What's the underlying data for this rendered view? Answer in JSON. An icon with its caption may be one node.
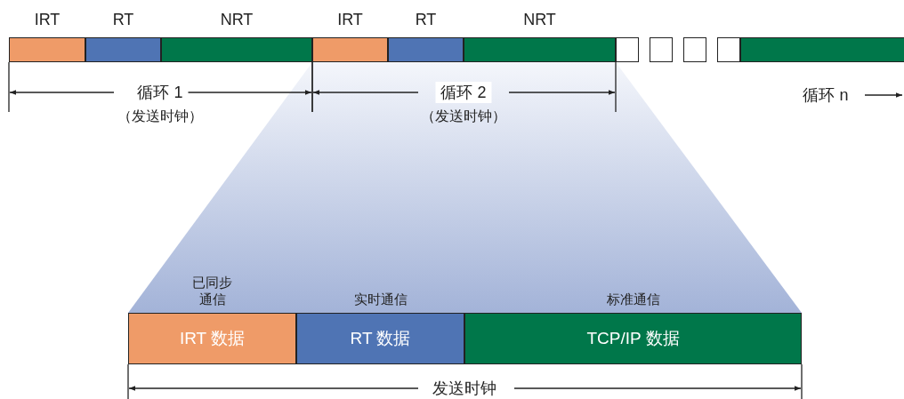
{
  "diagram": {
    "nodes": [
      {
        "text": [
          "IRT"
        ]
      },
      {
        "text": [
          "RT"
        ]
      },
      {
        "text": [
          "NRT"
        ]
      },
      {
        "text": [
          "IRT"
        ]
      },
      {
        "text": [
          "RT"
        ]
      },
      {
        "text": [
          "NRT"
        ]
      },
      {
        "text": [],
        "shape": "box"
      },
      {
        "text": [],
        "shape": "box"
      },
      {
        "text": [],
        "shape": "box"
      },
      {
        "text": [],
        "shape": "box"
      },
      {
        "text": [],
        "shape": "bar"
      },
      {
        "text": [
          "已同步通信",
          "IRT 数据"
        ]
      },
      {
        "text": [
          "实时通信",
          "RT 数据"
        ]
      },
      {
        "text": [
          "标准通信",
          "TCP/IP 数据"
        ]
      }
    ],
    "edges": [],
    "labels": [
      "循环 1",
      "（发送时钟）",
      "循环 2",
      "（发送时钟）",
      "循环 n",
      "发送时钟"
    ]
  }
}
